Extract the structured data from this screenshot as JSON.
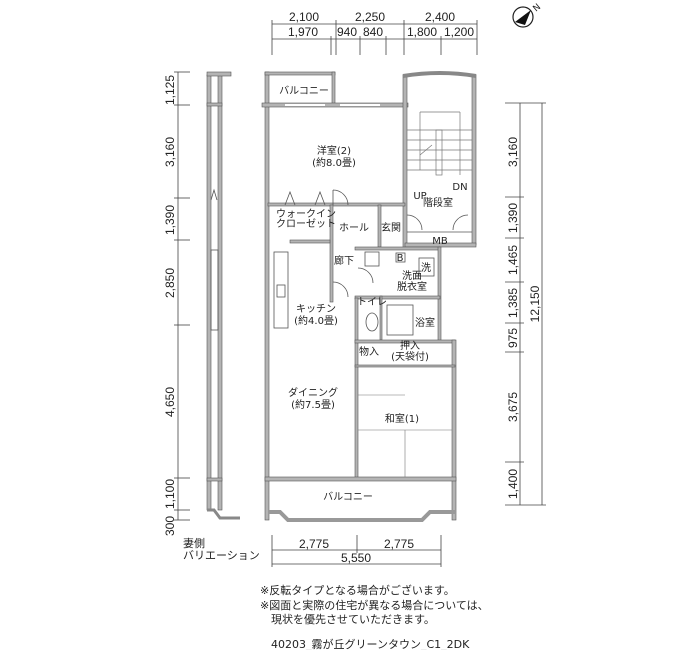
{
  "top_dimensions": {
    "row1": [
      "2,100",
      "2,250",
      "2,400"
    ],
    "row2": [
      "1,970",
      "940",
      "840",
      "1,800",
      "1,200"
    ]
  },
  "left_dimensions": [
    "1,125",
    "3,160",
    "1,390",
    "2,850",
    "4,650",
    "1,100",
    "300"
  ],
  "right_dimensions": [
    "3,160",
    "1,390",
    "1,465",
    "1,385",
    "975",
    "3,675",
    "1,400"
  ],
  "right_total": "12,150",
  "bottom_dimensions": {
    "row1": [
      "2,775",
      "2,775"
    ],
    "total": "5,550"
  },
  "compass": {
    "label": "N"
  },
  "rooms": {
    "balcony_top": "バルコニー",
    "western_room_name": "洋室(2)",
    "western_room_size": "(約8.0畳)",
    "wic_line1": "ウォークイン",
    "wic_line2": "クローゼット",
    "hall": "ホール",
    "entrance": "玄関",
    "stairwell": "階段室",
    "up": "UP",
    "dn": "DN",
    "mb": "MB",
    "corridor": "廊下",
    "b_mark": "B",
    "washer": "洗",
    "washroom_line1": "洗面",
    "washroom_line2": "脱衣室",
    "toilet": "トイレ",
    "bath": "浴室",
    "kitchen_name": "キッチン",
    "kitchen_size": "(約4.0畳)",
    "storage": "物入",
    "closet_line1": "押入",
    "closet_line2": "(天袋付)",
    "dining_name": "ダイニング",
    "dining_size": "(約7.5畳)",
    "japanese_room": "和室(1)",
    "balcony_bottom": "バルコニー"
  },
  "side_label": {
    "line1": "妻側",
    "line2": "バリエーション"
  },
  "notes": [
    "※反転タイプとなる場合がございます。",
    "※図面と実際の住宅が異なる場合については、",
    "現状を優先させていただきます。"
  ],
  "caption": "40203_霧が丘グリーンタウン_C1_2DK"
}
